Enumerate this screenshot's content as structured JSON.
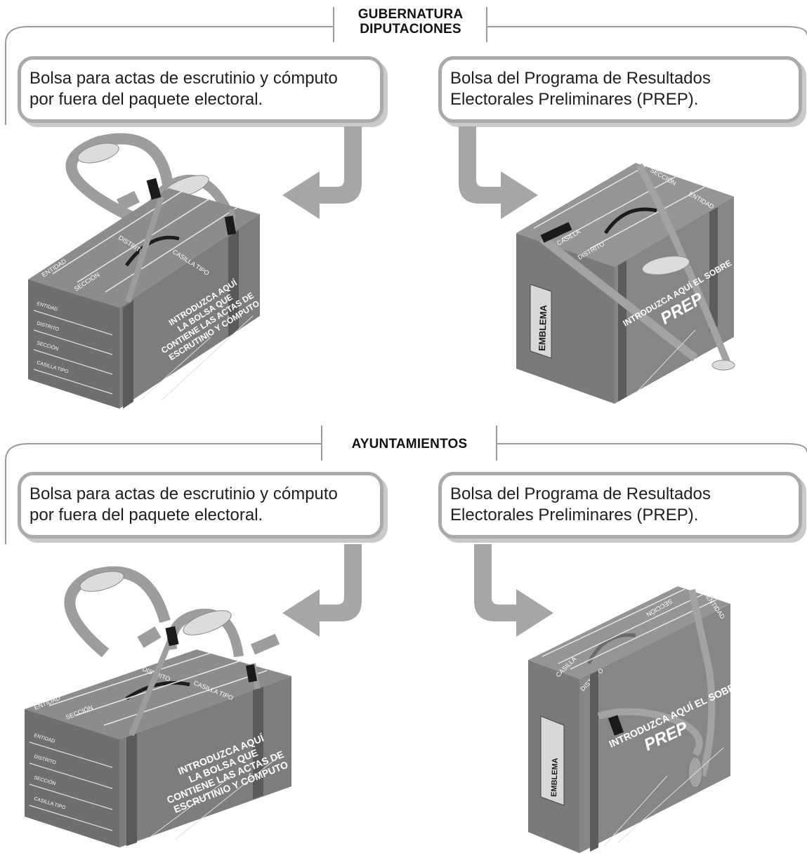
{
  "sections": [
    {
      "title_lines": [
        "GUBERNATURA",
        "DIPUTACIONES"
      ],
      "left_callout": [
        "Bolsa para actas de escrutinio y cómputo",
        "por fuera del paquete electoral."
      ],
      "right_callout": [
        "Bolsa del Programa de Resultados",
        "Electorales Preliminares (PREP)."
      ],
      "left_box": {
        "top_labels": [
          "ENTIDAD",
          "DISTRITO",
          "SECCIÓN",
          "CASILLA TIPO"
        ],
        "side_labels": [
          "ENTIDAD",
          "DISTRITO",
          "SECCIÓN",
          "CASILLA TIPO"
        ],
        "front_text": [
          "INTRODUZCA AQUÍ",
          "LA BOLSA QUE",
          "CONTIENE LAS ACTAS DE",
          "ESCRUTINIO Y CÓMPUTO"
        ]
      },
      "right_box": {
        "top_labels": [
          "ENTIDAD",
          "SECCIÓN",
          "DISTRITO",
          "CASILLA"
        ],
        "emblem": "EMBLEMA",
        "front_text": [
          "INTRODUZCA AQUÍ EL SOBRE",
          "PREP"
        ]
      }
    },
    {
      "title_lines": [
        "AYUNTAMIENTOS"
      ],
      "left_callout": [
        "Bolsa para actas de escrutinio y cómputo",
        "por fuera del paquete electoral."
      ],
      "right_callout": [
        "Bolsa del Programa de Resultados",
        "Electorales Preliminares (PREP)."
      ],
      "left_box": {
        "top_labels": [
          "ENTIDAD",
          "DISTRITO",
          "SECCIÓN",
          "CASILLA TIPO"
        ],
        "side_labels": [
          "ENTIDAD",
          "DISTRITO",
          "SECCIÓN",
          "CASILLA TIPO"
        ],
        "front_text": [
          "INTRODUZCA AQUÍ",
          "LA BOLSA QUE",
          "CONTIENE LAS ACTAS DE",
          "ESCRUTINIO Y CÓMPUTO"
        ]
      },
      "right_box": {
        "top_labels": [
          "ENTIDAD",
          "SECCIÓN",
          "DISTRITO",
          "CASILLA"
        ],
        "emblem": "EMBLEMA",
        "front_text": [
          "INTRODUZCA AQUÍ EL SOBRE",
          "PREP"
        ]
      }
    }
  ]
}
